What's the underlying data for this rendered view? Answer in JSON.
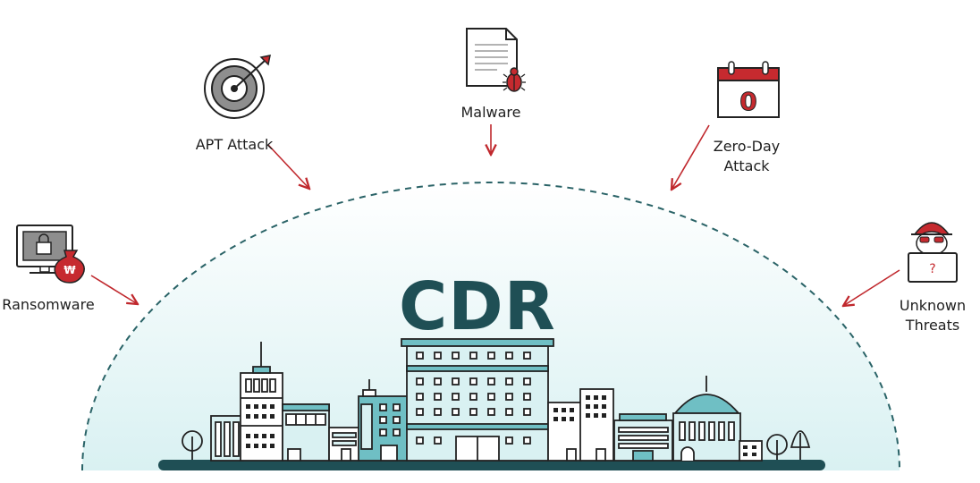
{
  "threats": {
    "apt": {
      "label": "APT Attack",
      "icon": "target-icon"
    },
    "malware": {
      "label": "Malware",
      "icon": "infected-document-icon"
    },
    "zero_day": {
      "line1": "Zero-Day",
      "line2": "Attack",
      "icon": "calendar-icon",
      "calendar_digit": "0"
    },
    "ransomware": {
      "label": "Ransomware",
      "icon": "locked-monitor-icon",
      "currency_symbol": "₩"
    },
    "unknown": {
      "line1": "Unknown",
      "line2": "Threats",
      "icon": "masked-hacker-icon",
      "question_mark": "?"
    }
  },
  "center": {
    "title": "CDR"
  },
  "colors": {
    "teal": "#6fbfc4",
    "teal_light": "#d9f1f2",
    "dark_teal": "#1f4f55",
    "arrow_red": "#c0282d",
    "accent_red": "#c62a2f",
    "outline": "#222222"
  }
}
